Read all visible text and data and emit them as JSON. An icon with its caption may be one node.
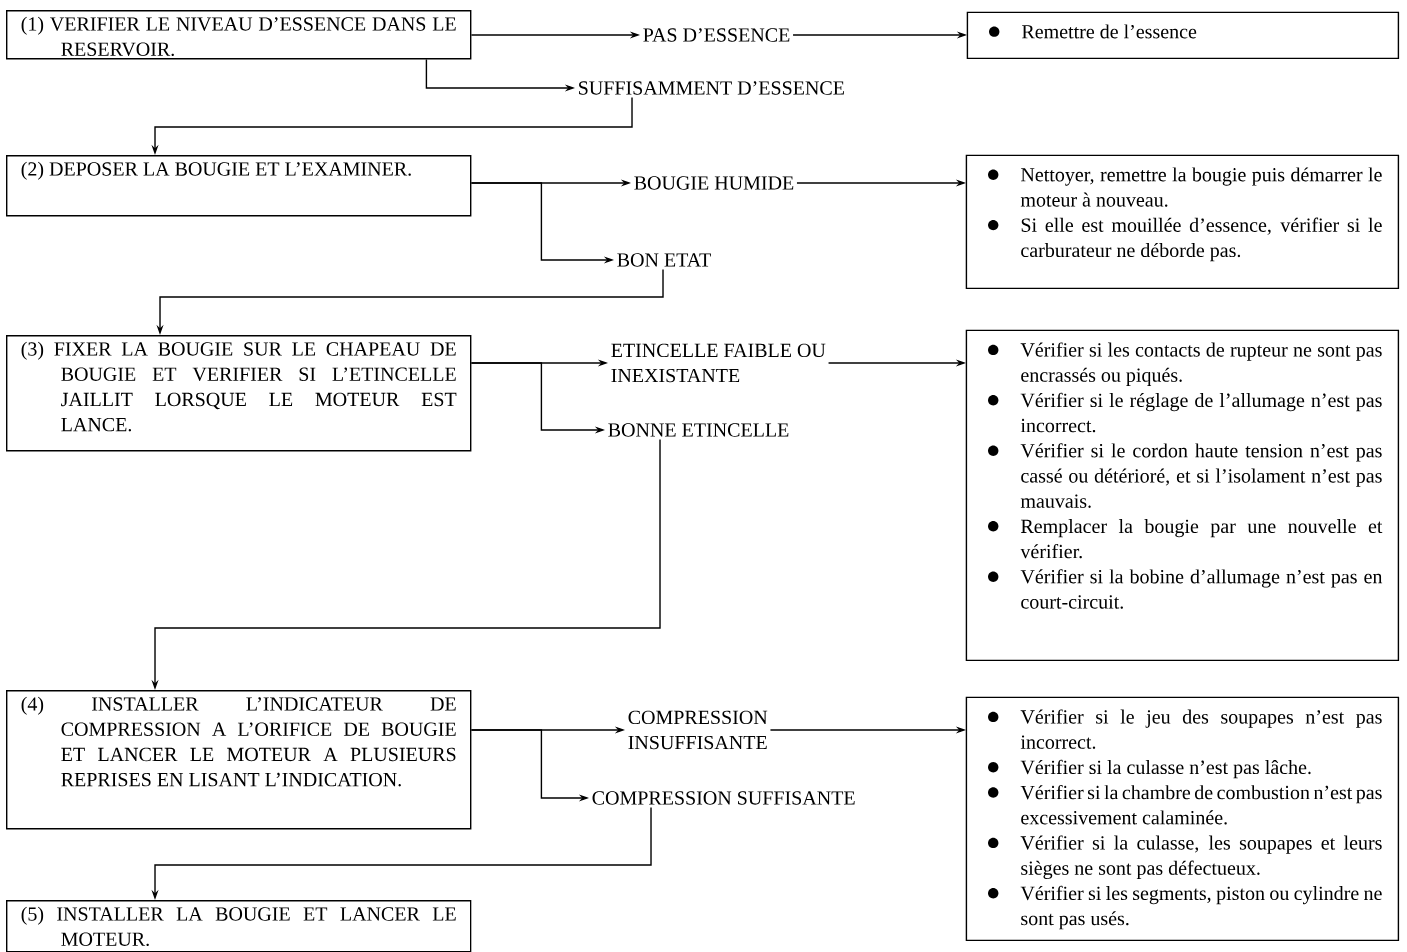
{
  "diagram": {
    "nodes": [
      {
        "text": [
          "(1) VERIFIER LE NIVEAU D’ESSENCE DANS LE RESERVOIR."
        ]
      },
      {
        "text": [
          "PAS D’ESSENCE"
        ]
      },
      {
        "text": [
          "Remettre de l’essence"
        ]
      },
      {
        "text": [
          "SUFFISAMMENT D’ESSENCE"
        ]
      },
      {
        "text": [
          "(2) DEPOSER LA BOUGIE ET L’EXAMINER."
        ]
      },
      {
        "text": [
          "BOUGIE HUMIDE"
        ]
      },
      {
        "text": [
          "Nettoyer, remettre la bougie puis démarrer le moteur à nouveau.",
          "Si elle est mouillée d’essence, vérifier si le carburateur ne déborde pas."
        ]
      },
      {
        "text": [
          "BON ETAT"
        ]
      },
      {
        "text": [
          "(3) FIXER LA BOUGIE SUR LE CHAPEAU DE BOUGIE ET VERIFIER SI L’ETINCELLE JAILLIT LORSQUE LE MOTEUR EST LANCE."
        ]
      },
      {
        "text": [
          "ETINCELLE FAIBLE OU INEXISTANTE"
        ]
      },
      {
        "text": [
          "Vérifier si les contacts de rupteur ne sont pas encrassés ou piqués.",
          "Vérifier si le réglage de l’allumage n’est pas incorrect.",
          "Vérifier si le cordon haute tension n’est pas cassé ou détérioré, et si l’isolament n’est pas mauvais.",
          "Remplacer la bougie par une nouvelle et vérifier.",
          "Vérifier si la bobine d’allumage n’est pas en court-circuit."
        ]
      },
      {
        "text": [
          "BONNE ETINCELLE"
        ]
      },
      {
        "text": [
          "(4) INSTALLER L’INDICATEUR DE COMPRESSION A L’ORIFICE DE BOUGIE ET LANCER LE MOTEUR A PLUSIEURS REPRISES EN LISANT L’INDICATION."
        ]
      },
      {
        "text": [
          "COMPRESSION INSUFFISANTE"
        ]
      },
      {
        "text": [
          "Vérifier si le jeu des soupapes n’est pas incorrect.",
          "Vérifier si la culasse n’est pas lâche.",
          "Vérifier si la chambre de combustion n’est pas excessivement calaminée.",
          "Vérifier si la culasse, les soupapes et leurs sièges ne sont pas défectueux.",
          "Vérifier si les segments, piston ou cylindre ne sont pas usés."
        ]
      },
      {
        "text": [
          "COMPRESSION SUFFISANTE"
        ]
      },
      {
        "text": [
          "(5) INSTALLER LA BOUGIE ET LANCER LE MOTEUR."
        ]
      }
    ],
    "edges": [
      {
        "from": 0,
        "to": 1,
        "arrow": "to"
      },
      {
        "from": 1,
        "to": 2,
        "arrow": "to"
      },
      {
        "from": 0,
        "to": 3,
        "arrow": "to"
      },
      {
        "from": 3,
        "to": 4,
        "arrow": "to"
      },
      {
        "from": 4,
        "to": 5,
        "arrow": "to"
      },
      {
        "from": 5,
        "to": 6,
        "arrow": "to"
      },
      {
        "from": 4,
        "to": 7,
        "arrow": "to"
      },
      {
        "from": 7,
        "to": 8,
        "arrow": "to"
      },
      {
        "from": 8,
        "to": 9,
        "arrow": "to"
      },
      {
        "from": 9,
        "to": 10,
        "arrow": "to"
      },
      {
        "from": 8,
        "to": 11,
        "arrow": "to"
      },
      {
        "from": 11,
        "to": 12,
        "arrow": "to"
      },
      {
        "from": 12,
        "to": 13,
        "arrow": "to"
      },
      {
        "from": 13,
        "to": 14,
        "arrow": "to"
      },
      {
        "from": 12,
        "to": 15,
        "arrow": "to"
      },
      {
        "from": 15,
        "to": 16,
        "arrow": "to"
      }
    ]
  }
}
